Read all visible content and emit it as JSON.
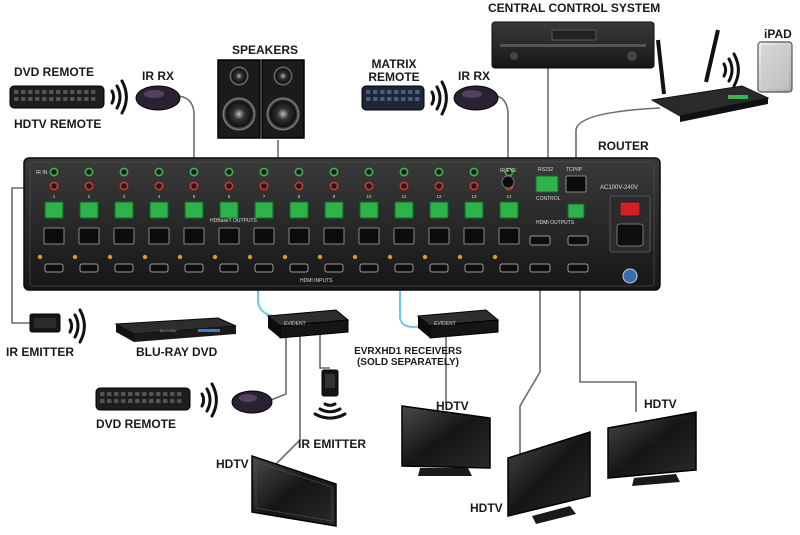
{
  "labels": {
    "central_control_system": "CENTRAL CONTROL SYSTEM",
    "ipad": "iPAD",
    "router": "ROUTER",
    "speakers": "SPEAKERS",
    "matrix_remote": "MATRIX\nREMOTE",
    "ir_rx_left": "IR RX",
    "ir_rx_right": "IR RX",
    "dvd_remote_top": "DVD REMOTE",
    "hdtv_remote": "HDTV REMOTE",
    "ir_emitter_left": "IR EMITTER",
    "blu_ray_dvd": "BLU-RAY DVD",
    "receivers_note": "EVRXHD1 RECEIVERS\n(SOLD SEPARATELY)",
    "dvd_remote_bottom": "DVD REMOTE",
    "ir_emitter_bottom": "IR EMITTER",
    "hdtv_1": "HDTV",
    "hdtv_2": "HDTV",
    "hdtv_3": "HDTV",
    "hdtv_4": "HDTV"
  },
  "panel": {
    "ir_in": "IR IN",
    "ir_eye": "IR EYE",
    "rs232": "RS232",
    "control": "CONTROL",
    "tcpip": "TCP/IP",
    "power": "AC100V-240V",
    "hdmi_inputs": "HDMI INPUTS",
    "hdbaset_outputs": "HDBaseT OUTPUTS",
    "hdmi_outputs": "HDMI OUTPUTS",
    "port_numbers": [
      "1",
      "2",
      "3",
      "4",
      "5",
      "6",
      "7",
      "8",
      "9",
      "10",
      "11",
      "12",
      "13",
      "14"
    ]
  },
  "devices": {
    "receiver_brand": "EVIDENT",
    "bluray_tag": "BLU-RAY"
  }
}
